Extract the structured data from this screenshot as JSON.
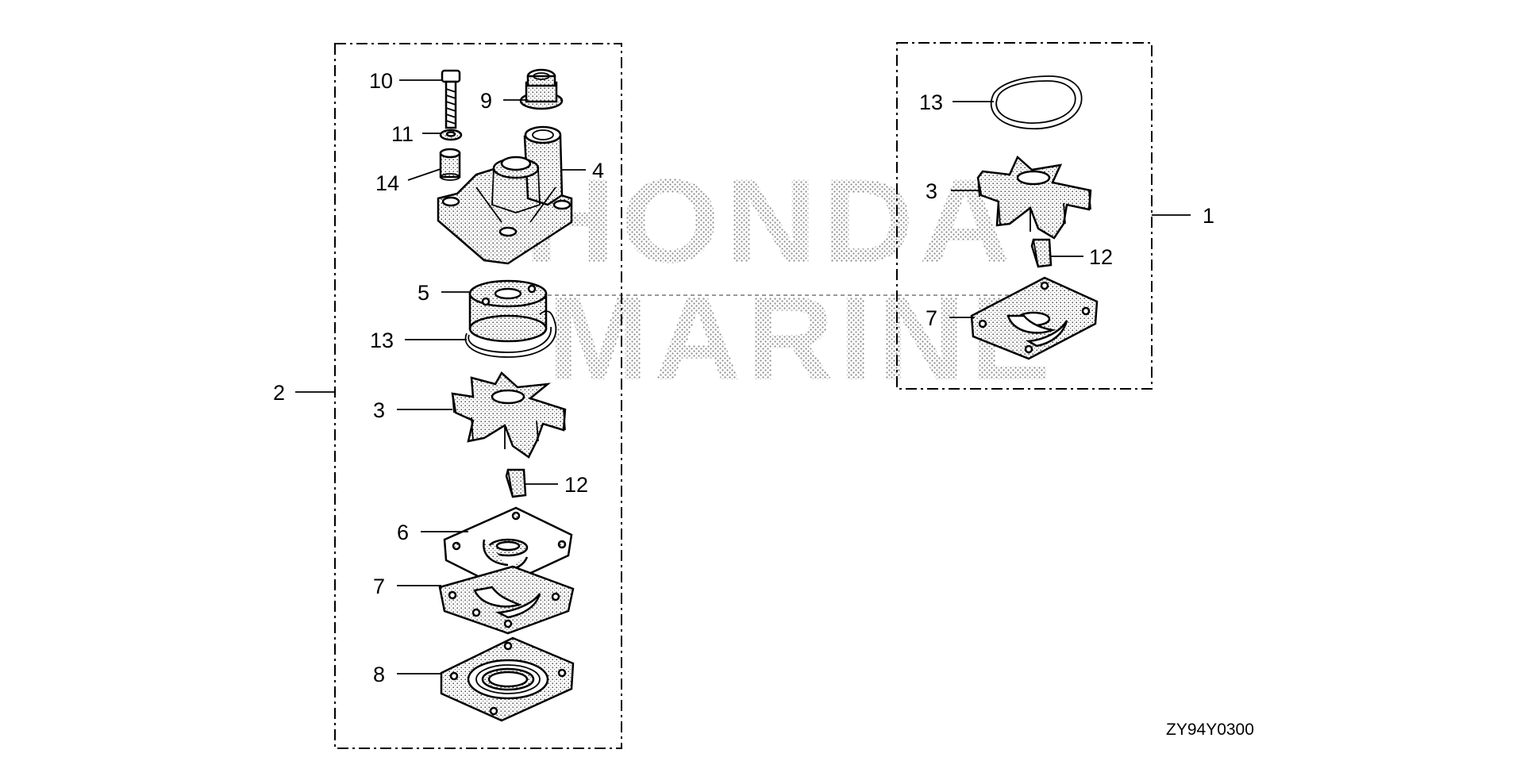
{
  "diagram": {
    "watermark": {
      "line1": "HONDA",
      "line2": "MARINE",
      "color": "#9a9a9a"
    },
    "drawing_code": "ZY94Y0300",
    "left_group": {
      "group_label": "2",
      "callouts": [
        "10",
        "9",
        "11",
        "4",
        "14",
        "5",
        "13",
        "3",
        "12",
        "6",
        "7",
        "8"
      ]
    },
    "right_group": {
      "group_label": "1",
      "callouts": [
        "13",
        "3",
        "12",
        "7"
      ]
    },
    "icons": [
      "bolt-icon",
      "grommet-icon",
      "washer-icon",
      "collar-icon",
      "pump-housing-icon",
      "impeller-housing-icon",
      "gasket-ring-icon",
      "impeller-icon",
      "key-icon",
      "plate-icon",
      "gasket-plate-icon",
      "seal-plate-icon"
    ]
  }
}
